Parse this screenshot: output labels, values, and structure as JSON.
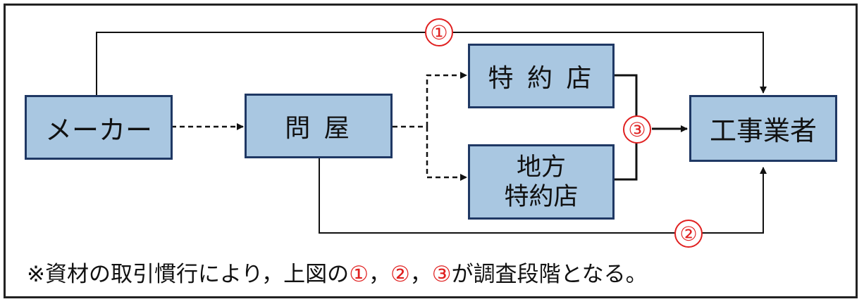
{
  "nodes": {
    "maker": "メーカー",
    "wholesaler": "問 屋",
    "dealer": "特 約 店",
    "regional_line1": "地方",
    "regional_line2": "特約店",
    "contractor": "工事業者"
  },
  "markers": {
    "m1": "①",
    "m2": "②",
    "m3": "③"
  },
  "note": {
    "prefix": "※資材の取引慣行により，上図の",
    "m1": "①",
    "sep1": "，",
    "m2": "②",
    "sep2": "，",
    "m3": "③",
    "suffix": "が調査段階となる。"
  },
  "colors": {
    "box_fill": "#a9c7e1",
    "box_border": "#1f3864",
    "marker": "#e02020"
  }
}
